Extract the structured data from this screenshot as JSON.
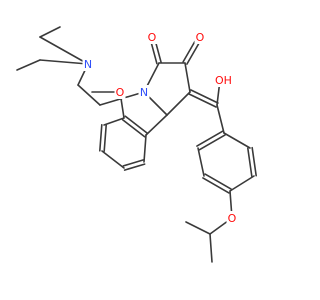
{
  "structure": {
    "atoms": [
      {
        "id": "n_amine",
        "label": "N",
        "color": "#3050F8"
      },
      {
        "id": "n_ring",
        "label": "N",
        "color": "#3050F8"
      },
      {
        "id": "o_keto1",
        "label": "O",
        "color": "#FF0D0D"
      },
      {
        "id": "o_keto2",
        "label": "O",
        "color": "#FF0D0D"
      },
      {
        "id": "o_hydroxyl",
        "label": "OH",
        "color": "#FF0D0D"
      },
      {
        "id": "o_methoxy",
        "label": "O",
        "color": "#FF0D0D"
      },
      {
        "id": "o_isopropoxy",
        "label": "O",
        "color": "#FF0D0D"
      }
    ],
    "bond_color": "#3a3a3a"
  }
}
